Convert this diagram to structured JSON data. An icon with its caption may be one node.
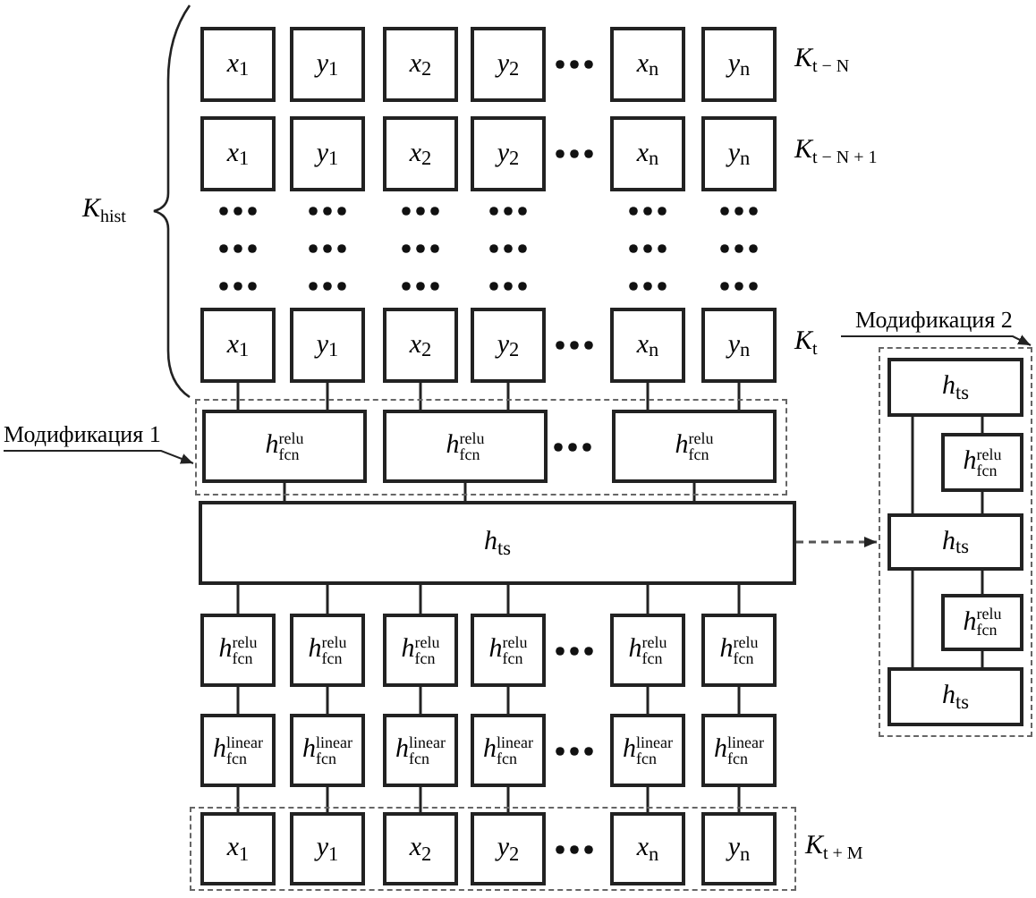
{
  "diagram": {
    "nodes": [
      {
        "text": [
          "*x*$_{1}$"
        ]
      },
      {
        "text": [
          "*y*$_{1}$"
        ]
      },
      {
        "text": [
          "*x*$_{2}$"
        ]
      },
      {
        "text": [
          "*y*$_{2}$"
        ]
      },
      {
        "text": [
          "*x*$_{n}$"
        ]
      },
      {
        "text": [
          "*y*$_{n}$"
        ]
      },
      {
        "text": [
          "*x*$_{1}$"
        ]
      },
      {
        "text": [
          "*y*$_{1}$"
        ]
      },
      {
        "text": [
          "*x*$_{2}$"
        ]
      },
      {
        "text": [
          "*y*$_{2}$"
        ]
      },
      {
        "text": [
          "*x*$_{n}$"
        ]
      },
      {
        "text": [
          "*y*$_{n}$"
        ]
      },
      {
        "text": [
          "*x*$_{1}$"
        ]
      },
      {
        "text": [
          "*y*$_{1}$"
        ]
      },
      {
        "text": [
          "*x*$_{2}$"
        ]
      },
      {
        "text": [
          "*y*$_{2}$"
        ]
      },
      {
        "text": [
          "*x*$_{n}$"
        ]
      },
      {
        "text": [
          "*y*$_{n}$"
        ]
      },
      {
        "text": [
          "Модификация 1"
        ]
      },
      {
        "text": [],
        "shape": "box"
      },
      {
        "text": [
          "*h*$^{relu}$$_{fcn}$"
        ],
        "in": 19
      },
      {
        "text": [
          "*h*$^{relu}$$_{fcn}$"
        ],
        "in": 19
      },
      {
        "text": [
          "*h*$^{relu}$$_{fcn}$"
        ],
        "in": 19
      },
      {
        "text": [
          "*h*$_{ts}$"
        ]
      },
      {
        "text": [
          "*h*$^{relu}$$_{fcn}$"
        ]
      },
      {
        "text": [
          "*h*$^{relu}$$_{fcn}$"
        ]
      },
      {
        "text": [
          "*h*$^{relu}$$_{fcn}$"
        ]
      },
      {
        "text": [
          "*h*$^{relu}$$_{fcn}$"
        ]
      },
      {
        "text": [
          "*h*$^{relu}$$_{fcn}$"
        ]
      },
      {
        "text": [
          "*h*$^{relu}$$_{fcn}$"
        ]
      },
      {
        "text": [
          "*h*$^{linear}$$_{fcn}$"
        ]
      },
      {
        "text": [
          "*h*$^{linear}$$_{fcn}$"
        ]
      },
      {
        "text": [
          "*h*$^{linear}$$_{fcn}$"
        ]
      },
      {
        "text": [
          "*h*$^{linear}$$_{fcn}$"
        ]
      },
      {
        "text": [
          "*h*$^{linear}$$_{fcn}$"
        ]
      },
      {
        "text": [
          "*h*$^{linear}$$_{fcn}$"
        ]
      },
      {
        "text": [],
        "shape": "box"
      },
      {
        "text": [
          "*x*$_{1}$"
        ],
        "in": 36
      },
      {
        "text": [
          "*y*$_{1}$"
        ],
        "in": 36
      },
      {
        "text": [
          "*x*$_{2}$"
        ],
        "in": 36
      },
      {
        "text": [
          "*y*$_{2}$"
        ],
        "in": 36
      },
      {
        "text": [
          "*x*$_{n}$"
        ],
        "in": 36
      },
      {
        "text": [
          "*y*$_{n}$"
        ],
        "in": 36
      },
      {
        "text": [
          "Модификация 2"
        ]
      },
      {
        "text": [],
        "shape": "box"
      },
      {
        "text": [
          "*h*$_{ts}$"
        ],
        "in": 44
      },
      {
        "text": [
          "*h*$^{relu}$$_{fcn}$"
        ],
        "in": 44
      },
      {
        "text": [
          "*h*$_{ts}$"
        ],
        "in": 44
      },
      {
        "text": [
          "*h*$^{relu}$$_{fcn}$"
        ],
        "in": 44
      },
      {
        "text": [
          "*h*$_{ts}$"
        ],
        "in": 44
      }
    ],
    "edges": [
      {
        "from": 12,
        "to": 20,
        "arrow": "none"
      },
      {
        "from": 13,
        "to": 20,
        "arrow": "none"
      },
      {
        "from": 14,
        "to": 21,
        "arrow": "none"
      },
      {
        "from": 15,
        "to": 21,
        "arrow": "none"
      },
      {
        "from": 16,
        "to": 22,
        "arrow": "none"
      },
      {
        "from": 17,
        "to": 22,
        "arrow": "none"
      },
      {
        "from": 20,
        "to": 23,
        "arrow": "none"
      },
      {
        "from": 21,
        "to": 23,
        "arrow": "none"
      },
      {
        "from": 22,
        "to": 23,
        "arrow": "none"
      },
      {
        "from": 23,
        "to": 24,
        "arrow": "none"
      },
      {
        "from": 23,
        "to": 25,
        "arrow": "none"
      },
      {
        "from": 23,
        "to": 26,
        "arrow": "none"
      },
      {
        "from": 23,
        "to": 27,
        "arrow": "none"
      },
      {
        "from": 23,
        "to": 28,
        "arrow": "none"
      },
      {
        "from": 23,
        "to": 29,
        "arrow": "none"
      },
      {
        "from": 24,
        "to": 30,
        "arrow": "none"
      },
      {
        "from": 25,
        "to": 31,
        "arrow": "none"
      },
      {
        "from": 26,
        "to": 32,
        "arrow": "none"
      },
      {
        "from": 27,
        "to": 33,
        "arrow": "none"
      },
      {
        "from": 28,
        "to": 34,
        "arrow": "none"
      },
      {
        "from": 29,
        "to": 35,
        "arrow": "none"
      },
      {
        "from": 30,
        "to": 37,
        "arrow": "none"
      },
      {
        "from": 31,
        "to": 38,
        "arrow": "none"
      },
      {
        "from": 32,
        "to": 39,
        "arrow": "none"
      },
      {
        "from": 33,
        "to": 40,
        "arrow": "none"
      },
      {
        "from": 34,
        "to": 41,
        "arrow": "none"
      },
      {
        "from": 35,
        "to": 42,
        "arrow": "none"
      },
      {
        "from": 18,
        "to": 19,
        "arrow": "to"
      },
      {
        "from": 43,
        "to": 44,
        "arrow": "to"
      },
      {
        "from": 23,
        "to": 44,
        "arrow": "to",
        "style": "dashed"
      },
      {
        "from": 45,
        "to": 46,
        "arrow": "none"
      },
      {
        "from": 46,
        "to": 47,
        "arrow": "none"
      },
      {
        "from": 47,
        "to": 48,
        "arrow": "none"
      },
      {
        "from": 48,
        "to": 49,
        "arrow": "none"
      },
      {
        "from": 45,
        "to": 47,
        "arrow": "none"
      },
      {
        "from": 47,
        "to": 49,
        "arrow": "none"
      }
    ],
    "labels": [
      "*K*$_{t − N}$",
      "*K*$_{t − N + 1}$",
      "*K*$_{hist}$",
      "*K*$_{t}$",
      "*K*$_{t + M}$"
    ]
  }
}
